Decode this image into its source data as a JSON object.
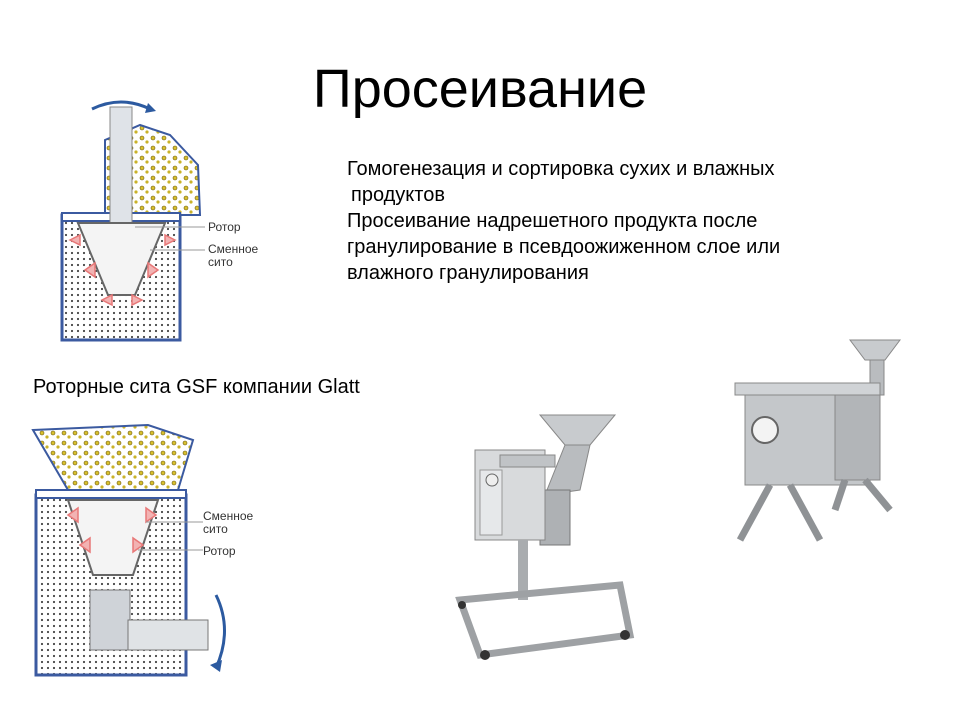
{
  "slide": {
    "title": "Просеивание",
    "description_lines": [
      "Гомогенезация и сортировка сухих и влажных",
      " продуктов",
      "Просеивание надрешетного продукта после",
      "гранулирование в псевдоожиженном слое или",
      "влажного гранулирования"
    ],
    "caption": "Роторные сита GSF компании Glatt"
  },
  "diagram_top": {
    "label_rotor": "Ротор",
    "label_screen_line1": "Сменное",
    "label_screen_line2": "сито"
  },
  "diagram_bottom": {
    "label_screen_line1": "Сменное",
    "label_screen_line2": "сито",
    "label_rotor": "Ротор"
  },
  "colors": {
    "arrow_blue": "#2c5aa0",
    "arrow_red": "#e87878",
    "steel": "#b9bcbf",
    "particle_yellow": "#d8c030"
  }
}
